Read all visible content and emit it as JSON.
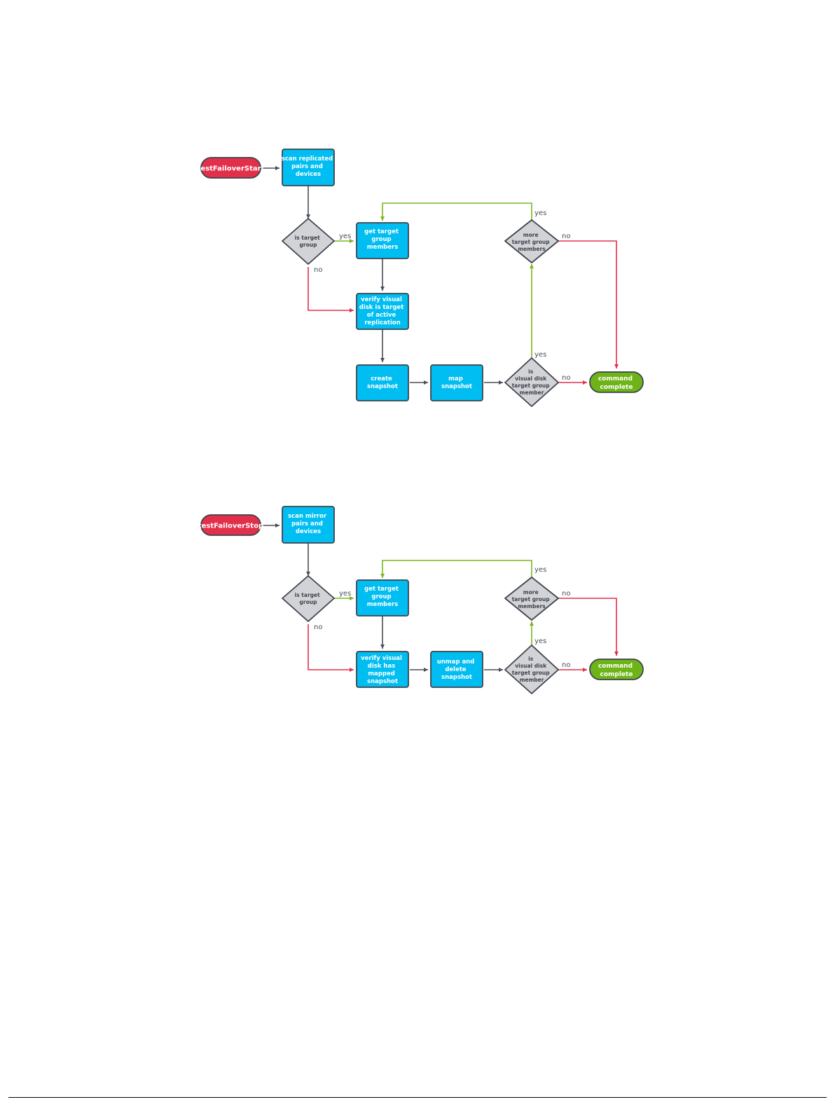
{
  "colors": {
    "process": "#00bdf2",
    "process_stroke": "#3e434d",
    "start": "#e2304a",
    "end": "#6eb418",
    "decision": "#d2d3d6",
    "yes": "#7ab51d",
    "no": "#e2304a",
    "default_arrow": "#4a4f57"
  },
  "diagram1": {
    "start": "testFailoverStart",
    "scan": [
      "scan replicated",
      "pairs and",
      "devices"
    ],
    "is_target_group": [
      "is target",
      "group"
    ],
    "get_members": [
      "get target",
      "group",
      "members"
    ],
    "verify": [
      "verify visual",
      "disk is target",
      "of active",
      "replication"
    ],
    "create_snapshot": [
      "create",
      "snapshot"
    ],
    "map_snapshot": [
      "map",
      "snapshot"
    ],
    "is_member": [
      "is",
      "visual disk",
      "target group",
      "member"
    ],
    "more_members": [
      "more",
      "target group",
      "members"
    ],
    "end": [
      "command",
      "complete"
    ],
    "yes_label": "yes",
    "no_label": "no"
  },
  "diagram2": {
    "start": "testFailoverStop",
    "scan": [
      "scan mirror",
      "pairs and",
      "devices"
    ],
    "is_target_group": [
      "is target",
      "group"
    ],
    "get_members": [
      "get target",
      "group",
      "members"
    ],
    "verify": [
      "verify visual",
      "disk has",
      "mapped",
      "snapshot"
    ],
    "unmap": [
      "unmap and",
      "delete",
      "snapshot"
    ],
    "is_member": [
      "is",
      "visual disk",
      "target group",
      "member"
    ],
    "more_members": [
      "more",
      "target group",
      "members"
    ],
    "end": [
      "command",
      "complete"
    ],
    "yes_label": "yes",
    "no_label": "no"
  }
}
